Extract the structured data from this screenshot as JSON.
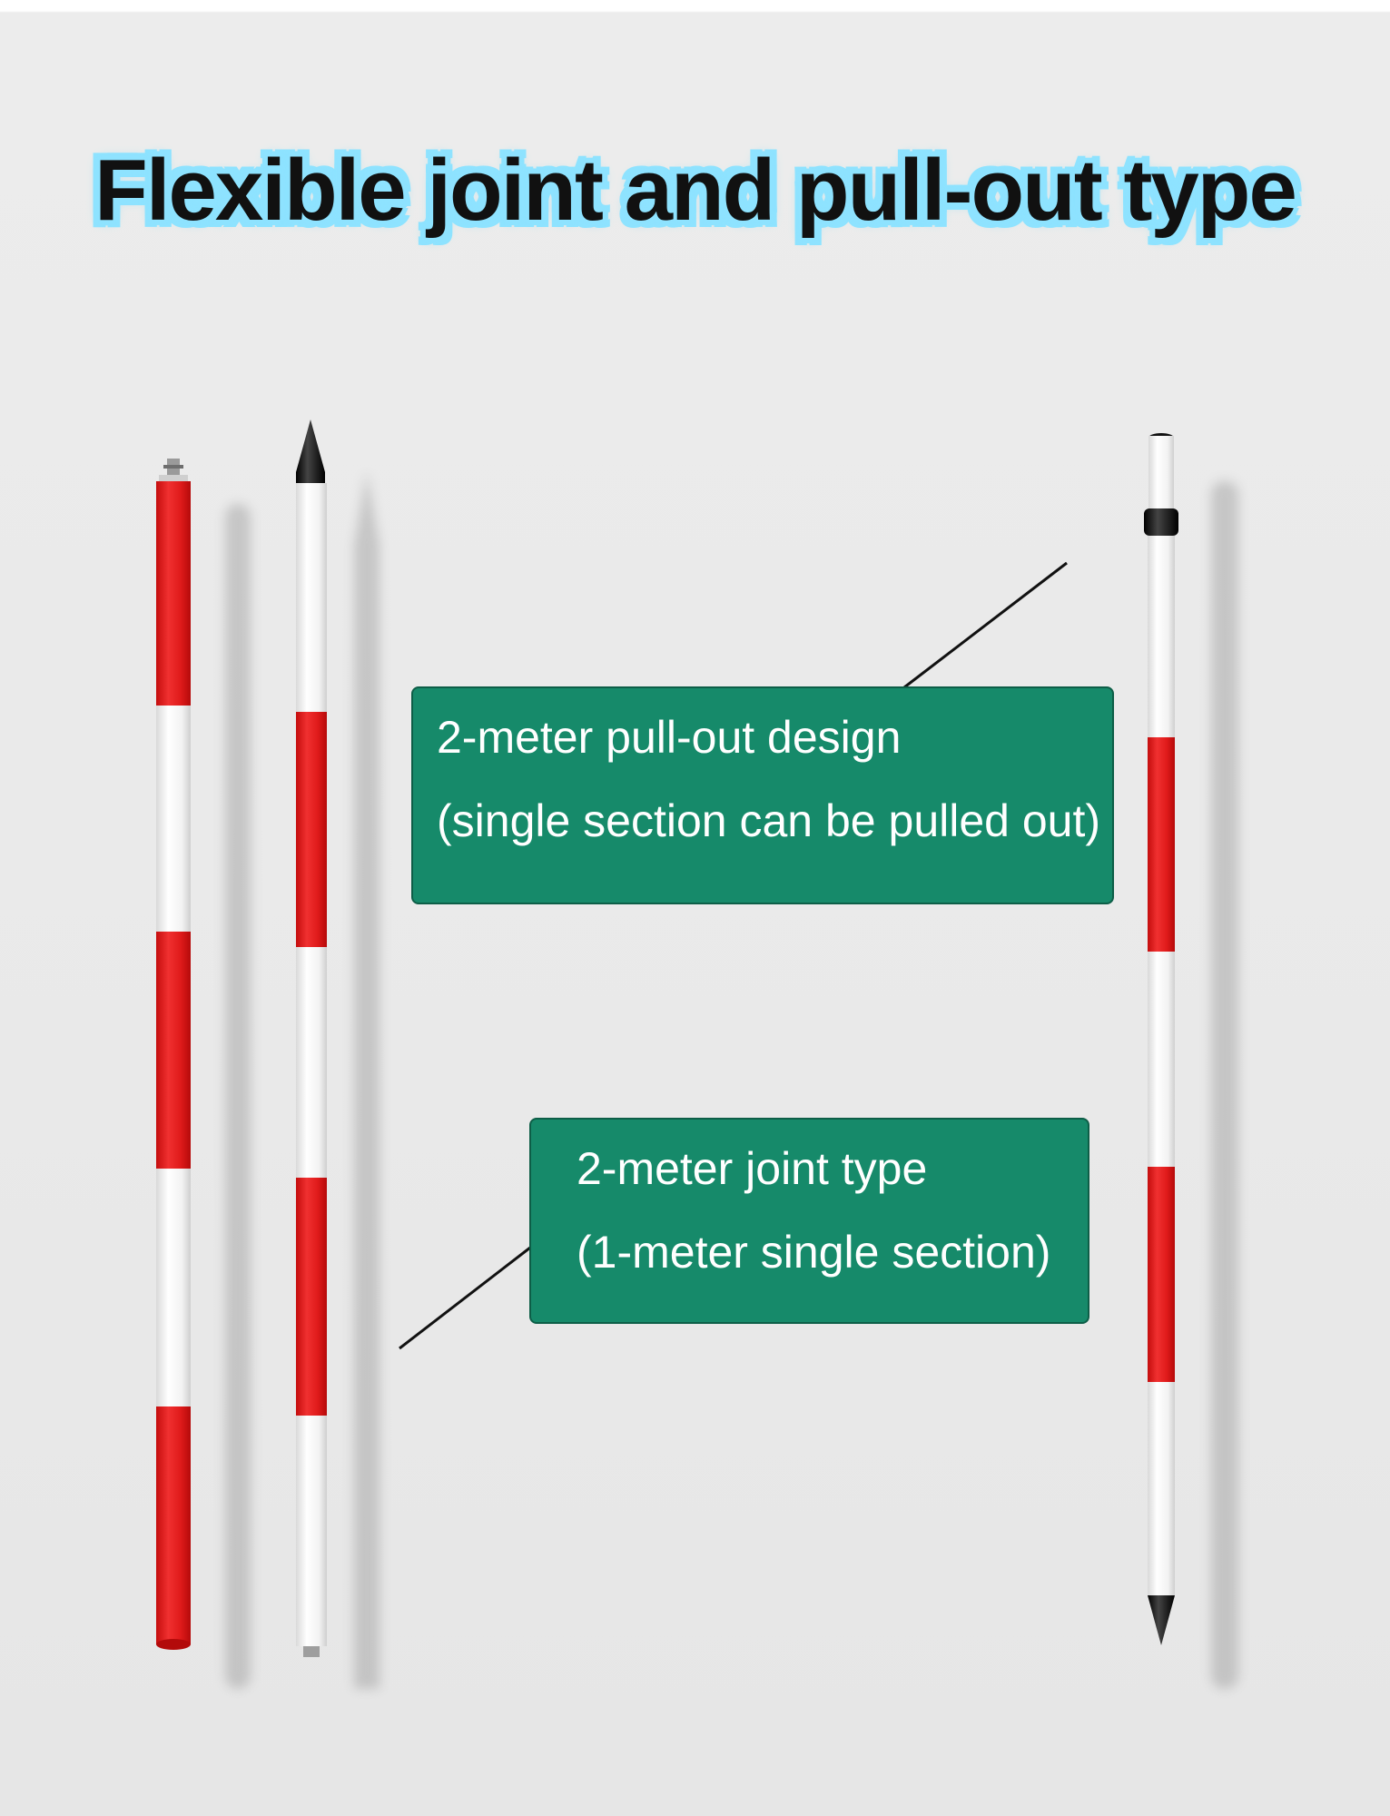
{
  "title": "Flexible joint and pull-out type",
  "callouts": {
    "pullout": {
      "line1": "2-meter pull-out design",
      "line2": "(single section can be pulled out)"
    },
    "joint": {
      "line1": "2-meter joint type",
      "line2": "(1-meter single section)"
    }
  },
  "colors": {
    "pole_red": "#e01b1b",
    "pole_white": "#f7f7f7",
    "callout_green": "#168a6a",
    "title_glow": "#8fe3ff"
  },
  "icons": [
    "range-pole-red-top",
    "range-pole-white-top-pointed",
    "range-pole-pullout"
  ]
}
